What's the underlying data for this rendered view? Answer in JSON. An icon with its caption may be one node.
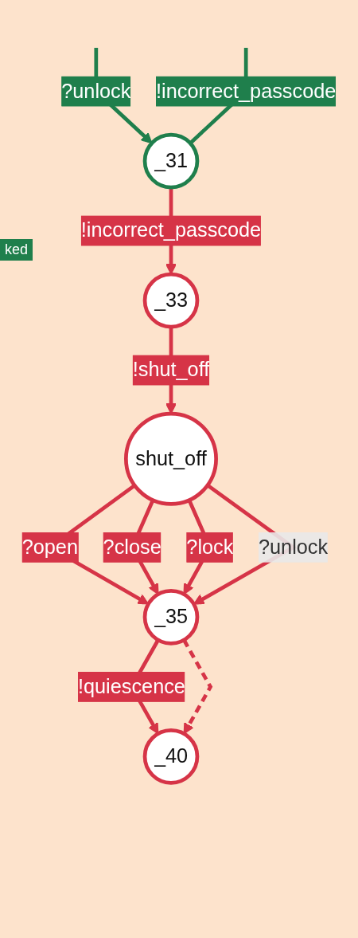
{
  "diagram": {
    "nodes": [
      {
        "text": [
          "_31"
        ]
      },
      {
        "text": [
          "_33"
        ]
      },
      {
        "text": [
          "shut_off"
        ]
      },
      {
        "text": [
          "_35"
        ]
      },
      {
        "text": [
          "_40"
        ]
      }
    ],
    "edges": [
      {
        "from": null,
        "to": 0,
        "arrow": "to",
        "label": "?unlock",
        "color": "#1f7f4c"
      },
      {
        "from": null,
        "to": 0,
        "arrow": "none",
        "label": "!incorrect_passcode",
        "color": "#1f7f4c"
      },
      {
        "from": 0,
        "to": 1,
        "arrow": "to",
        "label": "!incorrect_passcode"
      },
      {
        "from": 1,
        "to": 2,
        "arrow": "to",
        "label": "!shut_off"
      },
      {
        "from": 2,
        "to": 3,
        "arrow": "to",
        "label": "?open"
      },
      {
        "from": 2,
        "to": 3,
        "arrow": "to",
        "label": "?close"
      },
      {
        "from": 2,
        "to": 3,
        "arrow": "to",
        "label": "?lock"
      },
      {
        "from": 2,
        "to": 3,
        "arrow": "to",
        "label": "?unlock"
      },
      {
        "from": 3,
        "to": 4,
        "arrow": "to",
        "label": "!quiescence"
      },
      {
        "from": 3,
        "to": 4,
        "arrow": "to",
        "style": "dashed"
      }
    ],
    "labels": [
      "ked"
    ]
  }
}
